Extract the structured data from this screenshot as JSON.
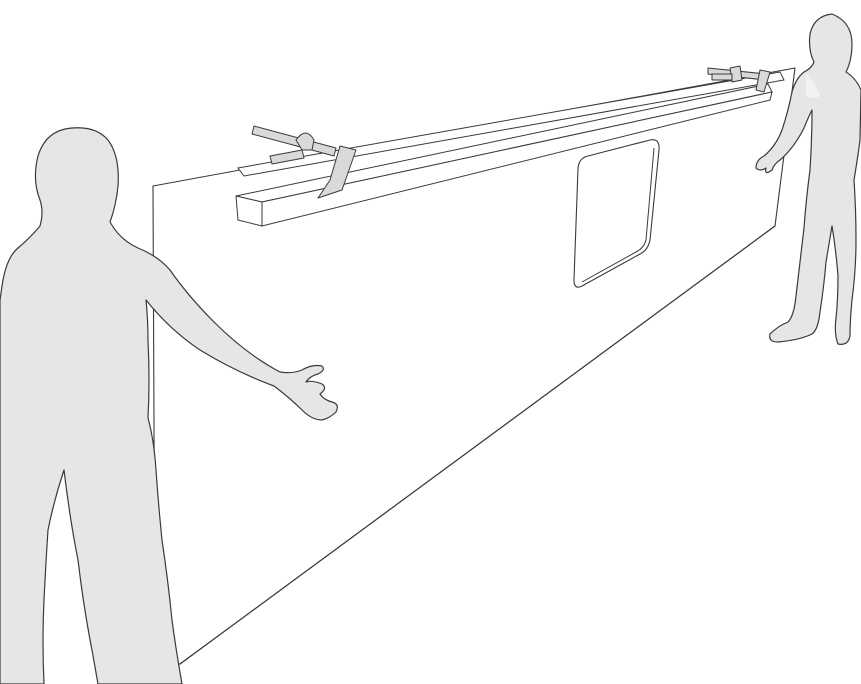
{
  "colors": {
    "line": "#3a3a3a",
    "figure_fill": "#e6e6e6",
    "panel_fill": "#ffffff",
    "clamp_fill": "#d9d9d9",
    "background": "#ffffff"
  },
  "scene": {
    "figures": [
      {
        "role": "near-person",
        "icon": "person-silhouette-icon"
      },
      {
        "role": "far-person",
        "icon": "person-silhouette-icon"
      }
    ],
    "objects": [
      {
        "role": "wall-panel",
        "icon": "panel-icon"
      },
      {
        "role": "straightedge-board",
        "icon": "board-icon"
      },
      {
        "role": "window-opening",
        "icon": "window-icon"
      },
      {
        "role": "clamp",
        "icon": "clamp-icon",
        "count": 2
      }
    ]
  }
}
